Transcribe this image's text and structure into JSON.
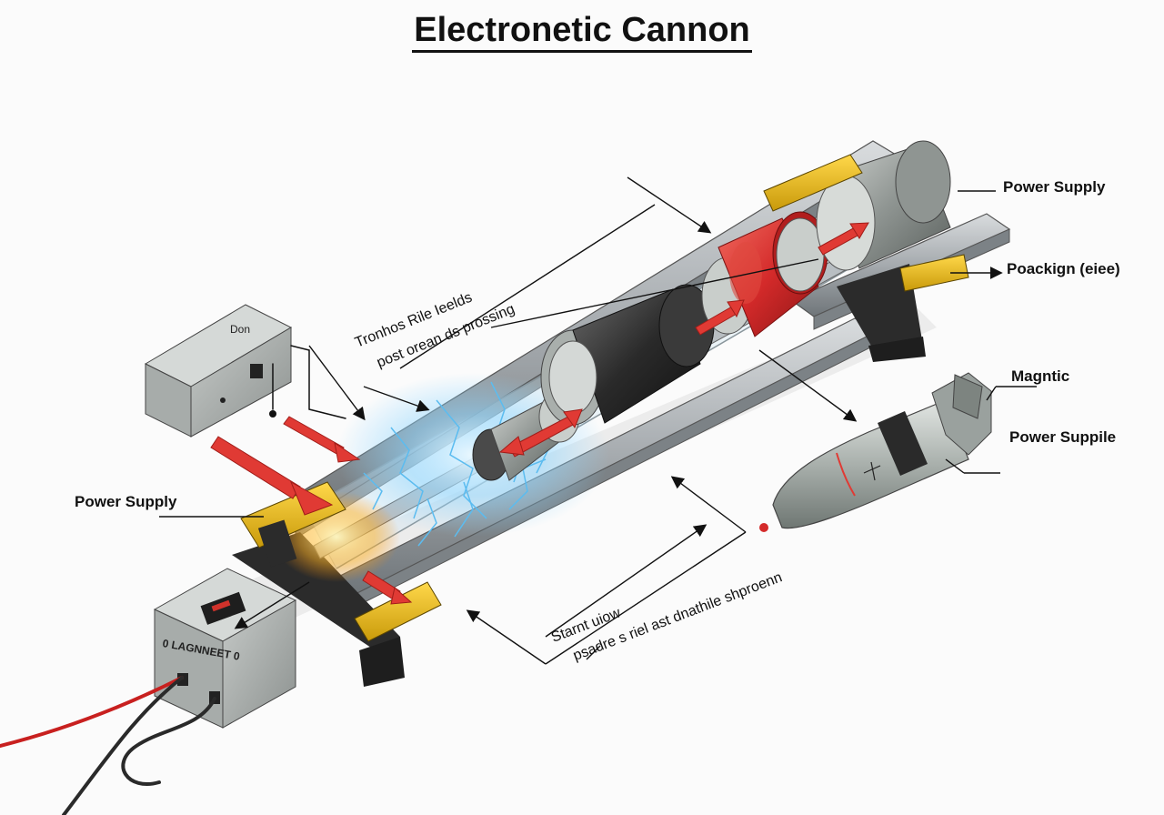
{
  "title": "Electronetic Cannon",
  "labels": {
    "power_supply_top": "Power Supply",
    "poacking": "Poackign (eiee)",
    "magntic": "Magntic",
    "power_supple": "Power Suppile",
    "power_supply_left": "Power Supply"
  },
  "annotations": {
    "upper_line1": "Tronhos Rile Ieelds",
    "upper_line2": "post orean ds prossing",
    "lower_line1": "Starnt uiow",
    "lower_line2": "psadre s riel ast dnathile shproenn"
  },
  "device_text": {
    "top_box": "Don",
    "bottom_box": "0 LAGNNEET 0"
  },
  "colors": {
    "rail_gray": "#9aa0a3",
    "coil_red": "#d42a2a",
    "coil_black": "#2a2a2a",
    "clamp_yellow": "#f2c21b",
    "arrow_red": "#e03a34",
    "spark_blue": "#7fd0ff",
    "cable_red": "#c8201f"
  }
}
